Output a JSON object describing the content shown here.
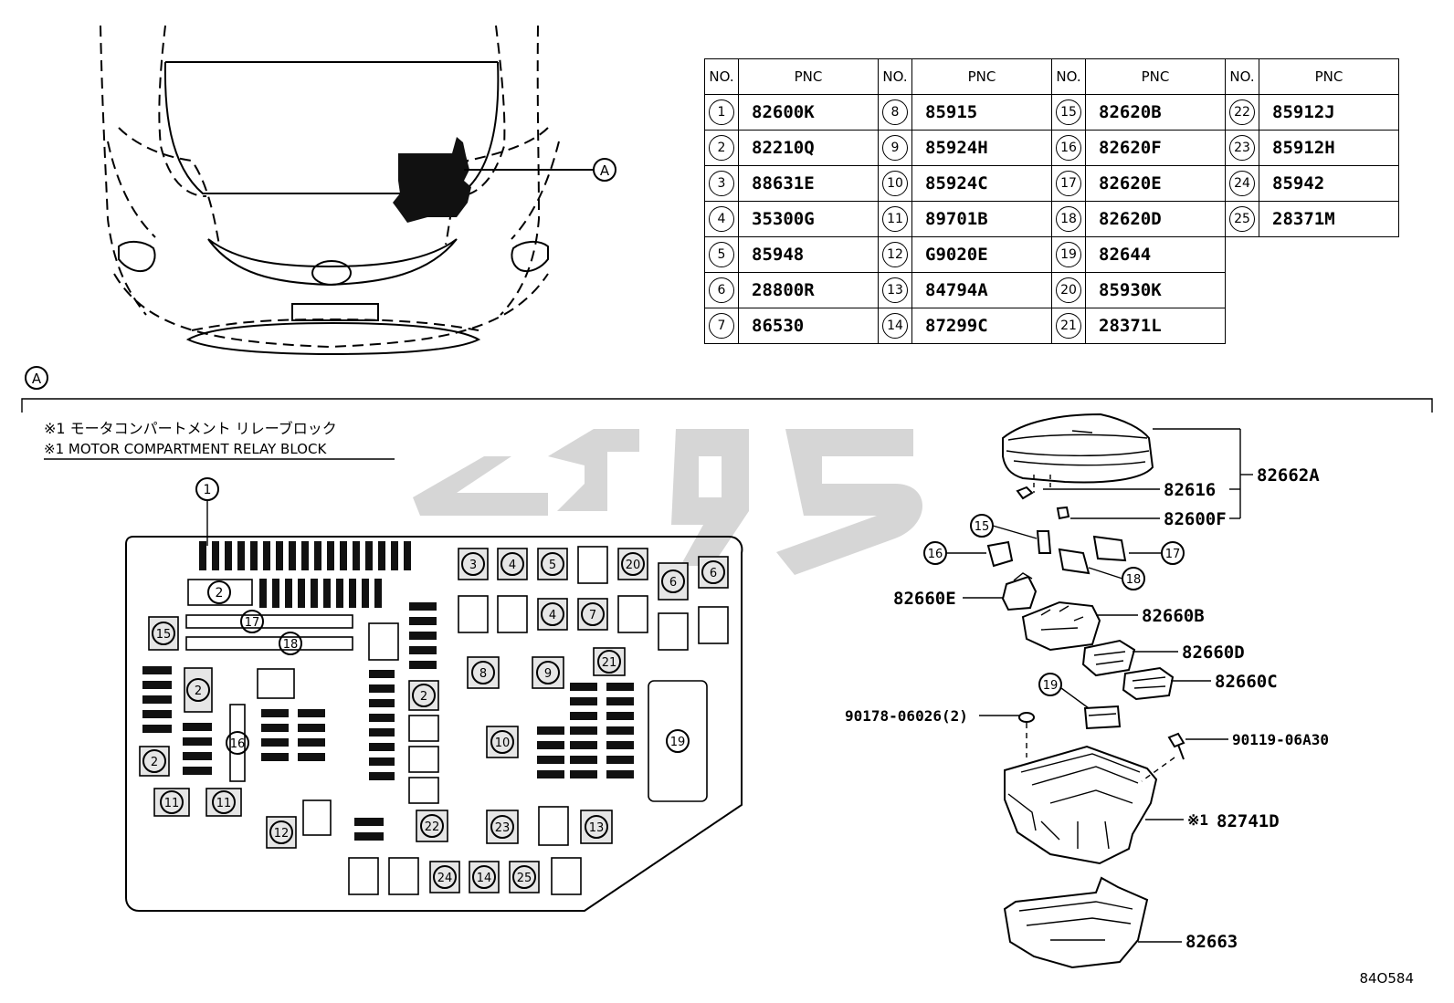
{
  "diagram_code": "84O584",
  "view_marker": "A",
  "table": {
    "headers": [
      "NO.",
      "PNC"
    ],
    "rows": [
      [
        {
          "no": "1",
          "pnc": "82600K"
        },
        {
          "no": "8",
          "pnc": "85915"
        },
        {
          "no": "15",
          "pnc": "82620B"
        },
        {
          "no": "22",
          "pnc": "85912J"
        }
      ],
      [
        {
          "no": "2",
          "pnc": "82210Q"
        },
        {
          "no": "9",
          "pnc": "85924H"
        },
        {
          "no": "16",
          "pnc": "82620F"
        },
        {
          "no": "23",
          "pnc": "85912H"
        }
      ],
      [
        {
          "no": "3",
          "pnc": "88631E"
        },
        {
          "no": "10",
          "pnc": "85924C"
        },
        {
          "no": "17",
          "pnc": "82620E"
        },
        {
          "no": "24",
          "pnc": "85942"
        }
      ],
      [
        {
          "no": "4",
          "pnc": "35300G"
        },
        {
          "no": "11",
          "pnc": "89701B"
        },
        {
          "no": "18",
          "pnc": "82620D"
        },
        {
          "no": "25",
          "pnc": "28371M"
        }
      ],
      [
        {
          "no": "5",
          "pnc": "85948"
        },
        {
          "no": "12",
          "pnc": "G9020E"
        },
        {
          "no": "19",
          "pnc": "82644"
        },
        null
      ],
      [
        {
          "no": "6",
          "pnc": "28800R"
        },
        {
          "no": "13",
          "pnc": "84794A"
        },
        {
          "no": "20",
          "pnc": "85930K"
        },
        null
      ],
      [
        {
          "no": "7",
          "pnc": "86530"
        },
        {
          "no": "14",
          "pnc": "87299C"
        },
        {
          "no": "21",
          "pnc": "28371L"
        },
        null
      ]
    ]
  },
  "note": {
    "line_jp": "※1 モータコンパートメント リレーブロック",
    "line_en": "※1 MOTOR COMPARTMENT RELAY BLOCK"
  },
  "part_labels": {
    "cover": "82662A",
    "clip_a": "82616",
    "clip_b": "82600F",
    "holder_e": "82660E",
    "holder_b": "82660B",
    "holder_d": "82660D",
    "holder_c": "82660C",
    "nut": "90178-06026(2)",
    "bolt": "90119-06A30",
    "block_mark": "※1",
    "block": "82741D",
    "lower_cover": "82663"
  },
  "callouts": {
    "n15": "15",
    "n16": "16",
    "n17": "17",
    "n18": "18",
    "n19": "19"
  },
  "relay_block": {
    "labels": {
      "c1": "1",
      "c2a": "2",
      "c2b": "2",
      "c2c": "2",
      "c2d": "2",
      "c3": "3",
      "c4a": "4",
      "c4b": "4",
      "c5": "5",
      "c6a": "6",
      "c6b": "6",
      "c7": "7",
      "c8": "8",
      "c9": "9",
      "c10": "10",
      "c11a": "11",
      "c11b": "11",
      "c12": "12",
      "c13": "13",
      "c14": "14",
      "c15": "15",
      "c16": "16",
      "c17": "17",
      "c18": "18",
      "c19": "19",
      "c20": "20",
      "c21": "21",
      "c22": "22",
      "c23": "23",
      "c24": "24",
      "c25": "25"
    }
  }
}
